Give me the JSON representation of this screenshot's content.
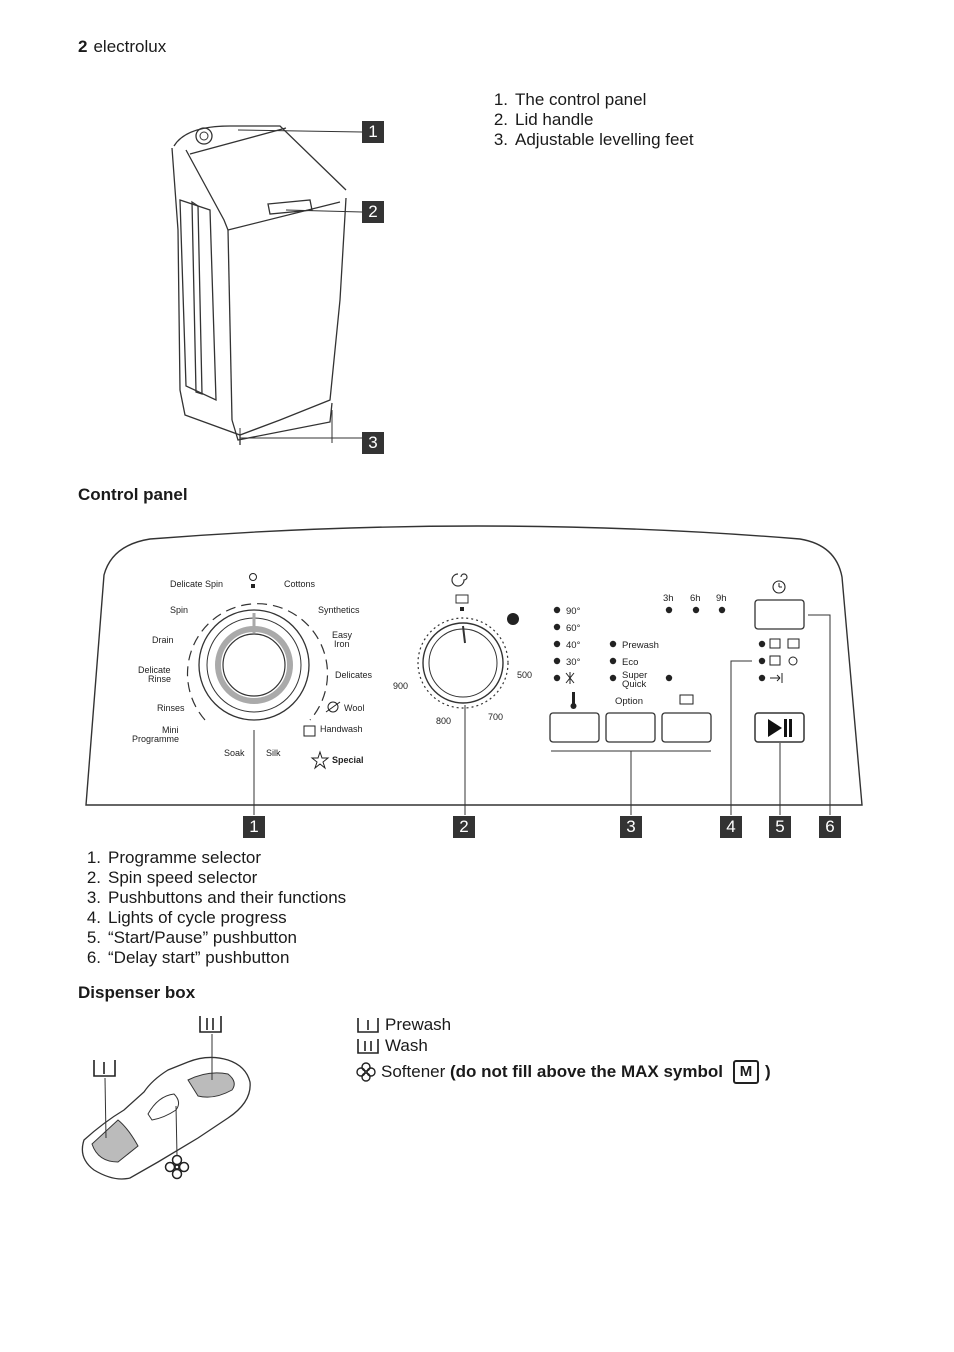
{
  "header": {
    "page_number": "2",
    "brand": "electrolux"
  },
  "appliance": {
    "callouts": [
      "1",
      "2",
      "3"
    ],
    "legend": [
      {
        "num": "1.",
        "text": "The control panel"
      },
      {
        "num": "2.",
        "text": "Lid handle"
      },
      {
        "num": "3.",
        "text": "Adjustable levelling feet"
      }
    ]
  },
  "control_panel": {
    "title": "Control panel",
    "programmes": {
      "off": "O",
      "cottons": "Cottons",
      "synthetics": "Synthetics",
      "easy_iron_1": "Easy",
      "easy_iron_2": "Iron",
      "delicates": "Delicates",
      "wool": "Wool",
      "handwash": "Handwash",
      "special": "Special",
      "silk": "Silk",
      "soak": "Soak",
      "mini_1": "Mini",
      "mini_2": "Programme",
      "rinses": "Rinses",
      "delicate_rinse_1": "Delicate",
      "delicate_rinse_2": "Rinse",
      "drain": "Drain",
      "spin": "Spin",
      "delicate_spin": "Delicate Spin"
    },
    "spin": {
      "s900": "900",
      "s800": "800",
      "s700": "700",
      "s500": "500"
    },
    "temps": [
      "90°",
      "60°",
      "40°",
      "30°"
    ],
    "options": {
      "prewash": "Prewash",
      "eco": "Eco",
      "super_1": "Super",
      "super_2": "Quick",
      "option": "Option"
    },
    "delay": [
      "3h",
      "6h",
      "9h"
    ],
    "callouts": [
      "1",
      "2",
      "3",
      "4",
      "5",
      "6"
    ],
    "legend": [
      {
        "num": "1.",
        "text": "Programme selector"
      },
      {
        "num": "2.",
        "text": "Spin speed selector"
      },
      {
        "num": "3.",
        "text": "Pushbuttons and their functions"
      },
      {
        "num": "4.",
        "text": "Lights of cycle progress"
      },
      {
        "num": "5.",
        "text": "“Start/Pause” pushbutton"
      },
      {
        "num": "6.",
        "text": "“Delay start” pushbutton"
      }
    ]
  },
  "dispenser": {
    "title": "Dispenser box",
    "prewash": "Prewash",
    "wash": "Wash",
    "softener": "Softener",
    "warning": "(do not fill above the MAX symbol",
    "max_symbol": "M",
    "close_paren": ")"
  },
  "icons": [
    "prewash-compartment-icon",
    "wash-compartment-icon",
    "softener-flower-icon",
    "max-symbol-icon",
    "start-pause-icon",
    "delay-clock-icon",
    "spin-spiral-icon",
    "temperature-icon",
    "stain-icon"
  ]
}
